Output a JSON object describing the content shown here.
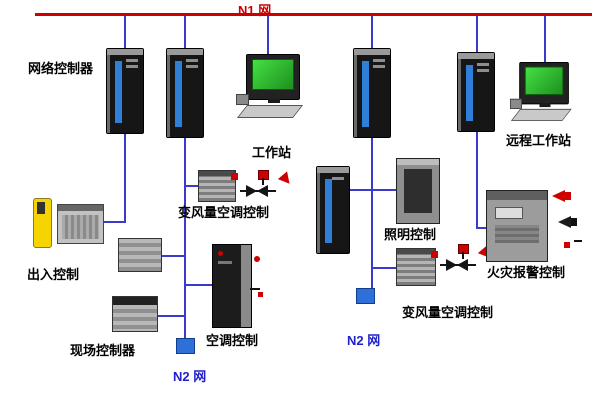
{
  "colors": {
    "bus": "#cc0000",
    "wire": "#3a3acc",
    "node": "#2e6fd8",
    "n1_text": "#cc0000",
    "n2_text": "#2222cc",
    "label_text": "#000000"
  },
  "networks": {
    "n1": "N1 网",
    "n2_left": "N2 网",
    "n2_right": "N2 网"
  },
  "labels": {
    "network_controller": "网络控制器",
    "workstation": "工作站",
    "remote_workstation": "远程工作站",
    "vav_control_1": "变风量空调控制",
    "lighting_control": "照明控制",
    "access_control": "出入控制",
    "field_controller": "现场控制器",
    "ac_control": "空调控制",
    "vav_control_2": "变风量空调控制",
    "fire_alarm_control": "火灾报警控制"
  },
  "icons": {
    "server_tower": "server-tower-icon",
    "workstation_pc": "desktop-computer-icon",
    "vav_controller": "ribbed-controller-box-icon",
    "damper_valve": "bowtie-valve-with-red-actuator-icon",
    "network_node": "blue-square-node-icon",
    "access_door": "yellow-door-icon",
    "fire_horn": "alarm-horn-icon"
  }
}
